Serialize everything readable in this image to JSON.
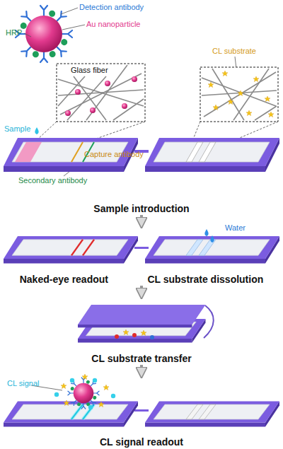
{
  "diagram": {
    "nodes": [
      {
        "text": [
          "Sample introduction"
        ]
      },
      {
        "text": [
          "Naked-eye readout",
          "CL substrate dissolution"
        ]
      },
      {
        "text": [
          "CL substrate transfer"
        ]
      },
      {
        "text": [
          "CL signal readout"
        ]
      }
    ],
    "edges": [
      {
        "from": 0,
        "to": 1,
        "arrow": "to"
      },
      {
        "from": 1,
        "to": 2,
        "arrow": "to"
      },
      {
        "from": 2,
        "to": 3,
        "arrow": "to"
      }
    ],
    "labels": [
      "Detection antibody",
      "Au nanoparticle",
      "HRP",
      "Glass fiber",
      "CL substrate",
      "Sample",
      "Capture antibody",
      "Secondary antibody",
      "Water",
      "CL signal"
    ]
  }
}
